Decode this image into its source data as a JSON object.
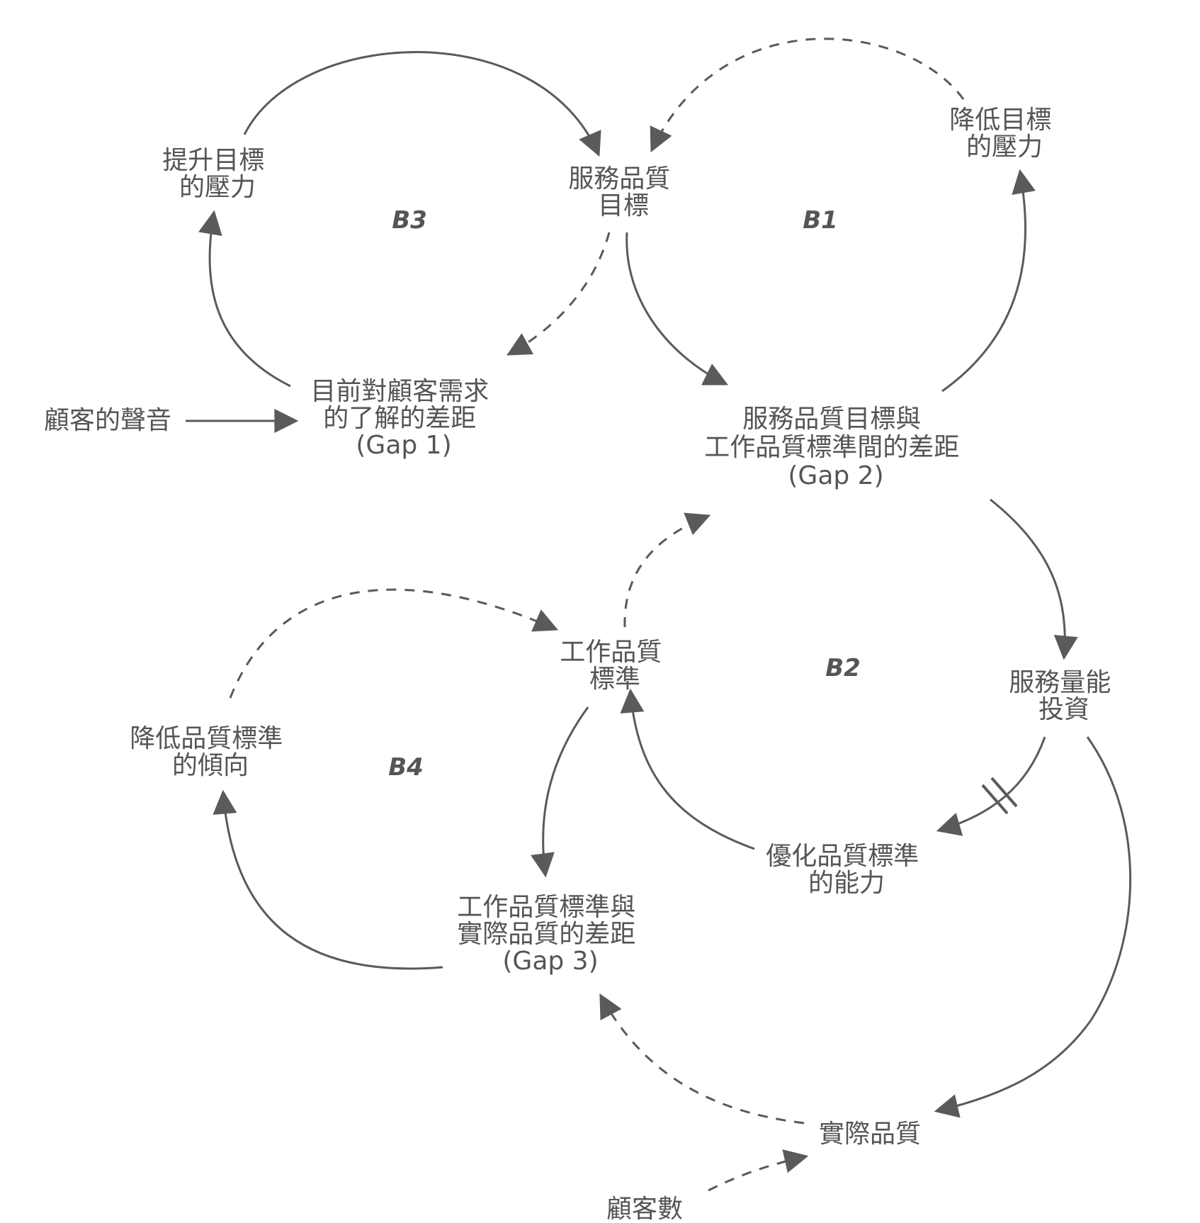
{
  "colors": {
    "stroke": "#5a5a5a",
    "text": "#555555",
    "background": "#ffffff"
  },
  "nodes": {
    "raise_pressure": [
      "提升目標",
      "的壓力"
    ],
    "service_target": [
      "服務品質",
      "目標"
    ],
    "lower_target_pressure": [
      "降低目標",
      "的壓力"
    ],
    "gap1": [
      "目前對顧客需求",
      "的了解的差距",
      "(Gap 1)"
    ],
    "customer_voice": [
      "顧客的聲音"
    ],
    "gap2": [
      "服務品質目標與",
      "工作品質標準間的差距",
      "(Gap 2)"
    ],
    "capacity_investment": [
      "服務量能",
      "投資"
    ],
    "work_standard": [
      "工作品質",
      "標準"
    ],
    "lower_standard_tendency": [
      "降低品質標準",
      "的傾向"
    ],
    "improve_ability": [
      "優化品質標準",
      "的能力"
    ],
    "gap3": [
      "工作品質標準與",
      "實際品質的差距",
      "(Gap 3)"
    ],
    "actual_quality": [
      "實際品質"
    ],
    "customer_count": [
      "顧客數"
    ]
  },
  "loops": {
    "b1": "B1",
    "b2": "B2",
    "b3": "B3",
    "b4": "B4"
  },
  "edges": [
    {
      "from": "raise_pressure",
      "to": "service_target",
      "style": "solid"
    },
    {
      "from": "service_target",
      "to": "gap1",
      "style": "dashed"
    },
    {
      "from": "gap1",
      "to": "raise_pressure",
      "style": "solid"
    },
    {
      "from": "customer_voice",
      "to": "gap1",
      "style": "solid"
    },
    {
      "from": "service_target",
      "to": "gap2",
      "style": "solid"
    },
    {
      "from": "gap2",
      "to": "lower_target_pressure",
      "style": "solid"
    },
    {
      "from": "lower_target_pressure",
      "to": "service_target",
      "style": "dashed"
    },
    {
      "from": "gap2",
      "to": "capacity_investment",
      "style": "solid"
    },
    {
      "from": "capacity_investment",
      "to": "improve_ability",
      "style": "solid",
      "delay": true
    },
    {
      "from": "improve_ability",
      "to": "work_standard",
      "style": "solid"
    },
    {
      "from": "work_standard",
      "to": "gap2",
      "style": "dashed"
    },
    {
      "from": "capacity_investment",
      "to": "actual_quality",
      "style": "solid"
    },
    {
      "from": "work_standard",
      "to": "gap3",
      "style": "solid"
    },
    {
      "from": "gap3",
      "to": "lower_standard_tendency",
      "style": "solid"
    },
    {
      "from": "lower_standard_tendency",
      "to": "work_standard",
      "style": "dashed"
    },
    {
      "from": "actual_quality",
      "to": "gap3",
      "style": "dashed"
    },
    {
      "from": "customer_count",
      "to": "actual_quality",
      "style": "dashed"
    }
  ]
}
